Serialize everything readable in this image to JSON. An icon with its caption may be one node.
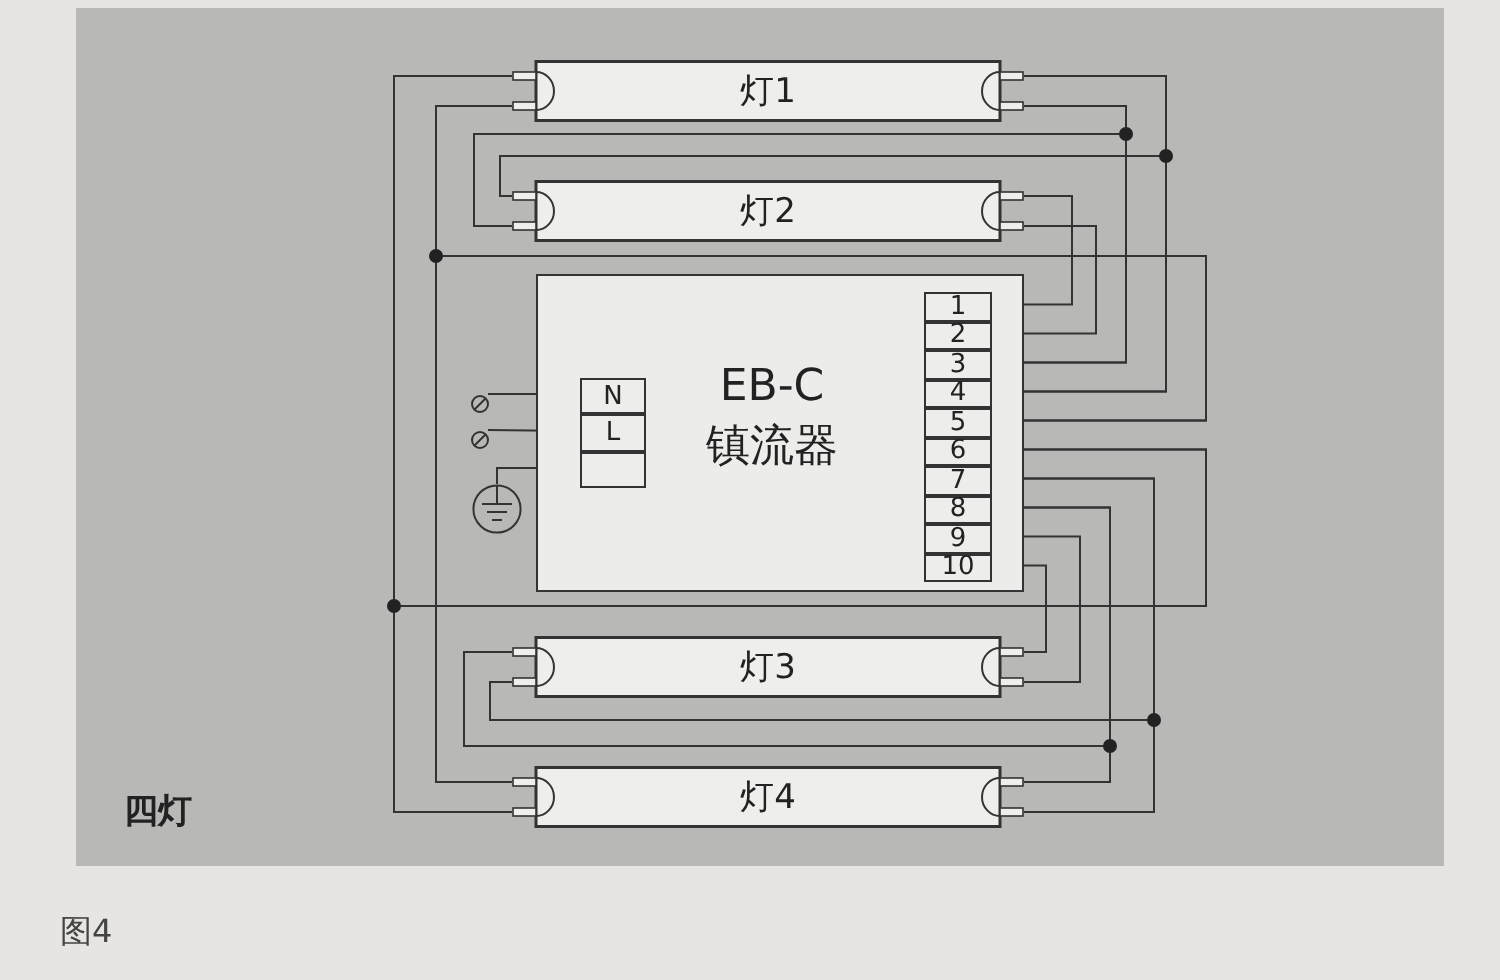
{
  "diagram": {
    "caption": "图4",
    "nodes": [
      {
        "text": [
          "灯1"
        ]
      },
      {
        "text": [
          "灯2"
        ]
      },
      {
        "text": [
          "EB-C",
          "镇流器"
        ]
      },
      {
        "text": [
          "1"
        ],
        "in": 2
      },
      {
        "text": [
          "2"
        ],
        "in": 2
      },
      {
        "text": [
          "3"
        ],
        "in": 2
      },
      {
        "text": [
          "4"
        ],
        "in": 2
      },
      {
        "text": [
          "5"
        ],
        "in": 2
      },
      {
        "text": [
          "6"
        ],
        "in": 2
      },
      {
        "text": [
          "7"
        ],
        "in": 2
      },
      {
        "text": [
          "8"
        ],
        "in": 2
      },
      {
        "text": [
          "9"
        ],
        "in": 2
      },
      {
        "text": [
          "10"
        ],
        "in": 2
      },
      {
        "text": [
          "N"
        ],
        "in": 2
      },
      {
        "text": [
          "L"
        ],
        "in": 2
      },
      {
        "text": [],
        "shape": "box",
        "in": 2
      },
      {
        "text": [],
        "shape": "circle"
      },
      {
        "text": [],
        "shape": "circle"
      },
      {
        "text": [],
        "shape": "picture"
      },
      {
        "text": [
          "灯3"
        ]
      },
      {
        "text": [
          "灯4"
        ]
      }
    ],
    "edges": [
      {
        "from": 3,
        "to": 1,
        "arrow": "none"
      },
      {
        "from": 4,
        "to": 1,
        "arrow": "none"
      },
      {
        "from": 5,
        "to": 0,
        "arrow": "none"
      },
      {
        "from": 5,
        "to": 1,
        "arrow": "none"
      },
      {
        "from": 6,
        "to": 0,
        "arrow": "none"
      },
      {
        "from": 6,
        "to": 1,
        "arrow": "none"
      },
      {
        "from": 7,
        "to": 0,
        "arrow": "none"
      },
      {
        "from": 7,
        "to": 20,
        "arrow": "none"
      },
      {
        "from": 8,
        "to": 0,
        "arrow": "none"
      },
      {
        "from": 8,
        "to": 20,
        "arrow": "none"
      },
      {
        "from": 9,
        "to": 20,
        "arrow": "none"
      },
      {
        "from": 9,
        "to": 19,
        "arrow": "none"
      },
      {
        "from": 10,
        "to": 20,
        "arrow": "none"
      },
      {
        "from": 10,
        "to": 19,
        "arrow": "none"
      },
      {
        "from": 11,
        "to": 19,
        "arrow": "none"
      },
      {
        "from": 12,
        "to": 19,
        "arrow": "none"
      },
      {
        "from": 16,
        "to": 13,
        "arrow": "none"
      },
      {
        "from": 17,
        "to": 14,
        "arrow": "none"
      },
      {
        "from": 18,
        "to": 15,
        "arrow": "none"
      }
    ],
    "labels": [
      "四灯"
    ]
  }
}
